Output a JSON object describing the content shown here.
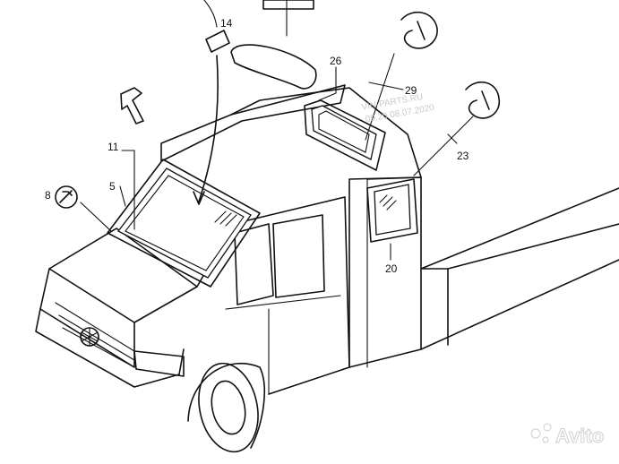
{
  "diagram": {
    "callouts": [
      {
        "id": "c14",
        "text": "14"
      },
      {
        "id": "c26",
        "text": "26"
      },
      {
        "id": "c29",
        "text": "29"
      },
      {
        "id": "c23",
        "text": "23"
      },
      {
        "id": "c11",
        "text": "11"
      },
      {
        "id": "c5",
        "text": "5"
      },
      {
        "id": "c8",
        "text": "8"
      },
      {
        "id": "c20",
        "text": "20"
      }
    ],
    "watermark_line1": "VIN-PARTS.RU",
    "watermark_line2": "09.20 08.07.2020",
    "badge_text": "Avito"
  }
}
